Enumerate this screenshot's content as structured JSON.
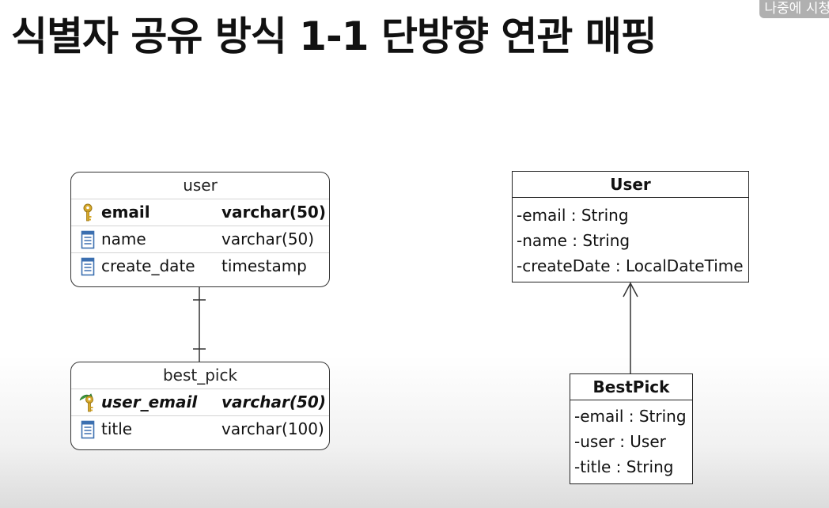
{
  "slide": {
    "title": "식별자 공유 방식 1-1 단방향 연관 매핑",
    "overlay_text": "나중에 시청"
  },
  "erd": {
    "tables": [
      {
        "name": "user",
        "columns": [
          {
            "name": "email",
            "type": "varchar(50)",
            "key": "pk",
            "icon": "primary-key-icon"
          },
          {
            "name": "name",
            "type": "varchar(50)",
            "key": "none",
            "icon": "column-icon"
          },
          {
            "name": "create_date",
            "type": "timestamp",
            "key": "none",
            "icon": "column-icon"
          }
        ]
      },
      {
        "name": "best_pick",
        "columns": [
          {
            "name": "user_email",
            "type": "varchar(50)",
            "key": "pk-fk",
            "icon": "foreign-primary-key-icon"
          },
          {
            "name": "title",
            "type": "varchar(100)",
            "key": "none",
            "icon": "column-icon"
          }
        ]
      }
    ],
    "relationship": {
      "from": "best_pick",
      "to": "user",
      "notation": "one-to-one"
    }
  },
  "uml": {
    "classes": [
      {
        "name": "User",
        "attributes": [
          "-email : String",
          "-name : String",
          "-createDate : LocalDateTime"
        ]
      },
      {
        "name": "BestPick",
        "attributes": [
          "-email : String",
          "-user : User",
          "-title : String"
        ]
      }
    ],
    "association": {
      "from": "BestPick",
      "to": "User",
      "navigability": "unidirectional"
    }
  },
  "colors": {
    "key_gold": "#d7a92b",
    "key_green": "#3c9a3c",
    "column_icon_blue": "#3b6fb0",
    "line": "#333333"
  }
}
